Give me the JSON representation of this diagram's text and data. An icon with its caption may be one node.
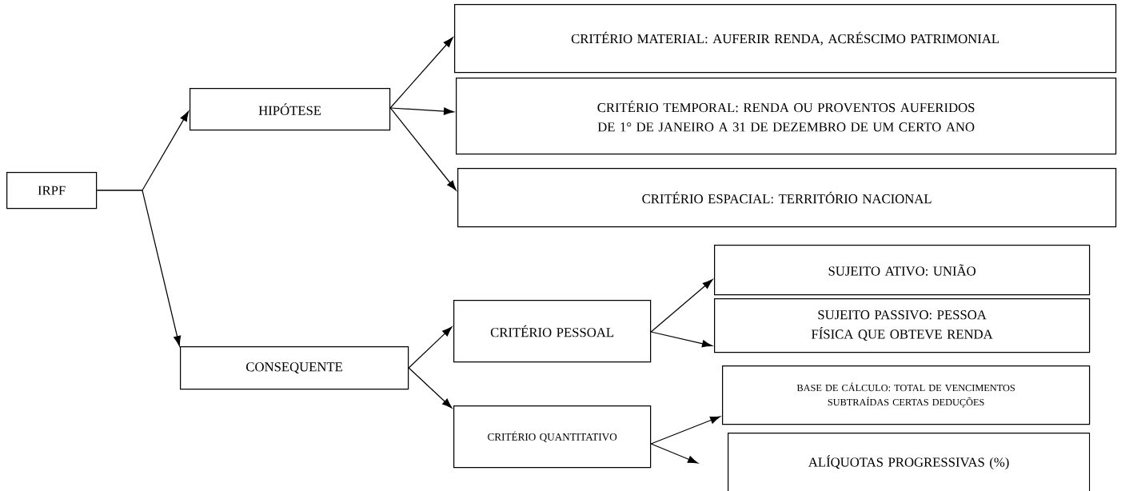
{
  "diagram": {
    "nodes": [
      {
        "text": [
          "IRPF"
        ]
      },
      {
        "text": [
          "HIPÓTESE"
        ]
      },
      {
        "text": [
          "CRITÉRIO MATERIAL: AUFERIR RENDA, ACRÉSCIMO PATRIMONIAL"
        ]
      },
      {
        "text": [
          "CRITÉRIO TEMPORAL: RENDA OU PROVENTOS AUFERIDOS DE 1° DE JANEIRO A 31 DE DEZEMBRO DE UM CERTO ANO"
        ]
      },
      {
        "text": [
          "CRITÉRIO ESPACIAL: TERRITÓRIO NACIONAL"
        ]
      },
      {
        "text": [
          "CONSEQUENTE"
        ]
      },
      {
        "text": [
          "CRITÉRIO PESSOAL"
        ]
      },
      {
        "text": [
          "SUJEITO ATIVO: UNIÃO"
        ]
      },
      {
        "text": [
          "SUJEITO PASSIVO: PESSOA FÍSICA QUE OBTEVE RENDA"
        ]
      },
      {
        "text": [
          "CRITÉRIO QUANTITATIVO"
        ]
      },
      {
        "text": [
          "BASE DE CÁLCULO: TOTAL DE VENCIMENTOS SUBTRAÍDAS CERTAS DEDUÇÕES"
        ]
      },
      {
        "text": [
          "ALÍQUOTAS PROGRESSIVAS (%)"
        ]
      }
    ],
    "edges": [
      {
        "from": 0,
        "to": 1,
        "arrow": "to"
      },
      {
        "from": 0,
        "to": 5,
        "arrow": "to"
      },
      {
        "from": 1,
        "to": 2,
        "arrow": "to"
      },
      {
        "from": 1,
        "to": 3,
        "arrow": "to"
      },
      {
        "from": 1,
        "to": 4,
        "arrow": "to"
      },
      {
        "from": 5,
        "to": 6,
        "arrow": "to"
      },
      {
        "from": 5,
        "to": 9,
        "arrow": "to"
      },
      {
        "from": 6,
        "to": 7,
        "arrow": "to"
      },
      {
        "from": 6,
        "to": 8,
        "arrow": "to"
      },
      {
        "from": 9,
        "to": 10,
        "arrow": "to"
      },
      {
        "from": 9,
        "to": 11,
        "arrow": "to"
      }
    ]
  }
}
